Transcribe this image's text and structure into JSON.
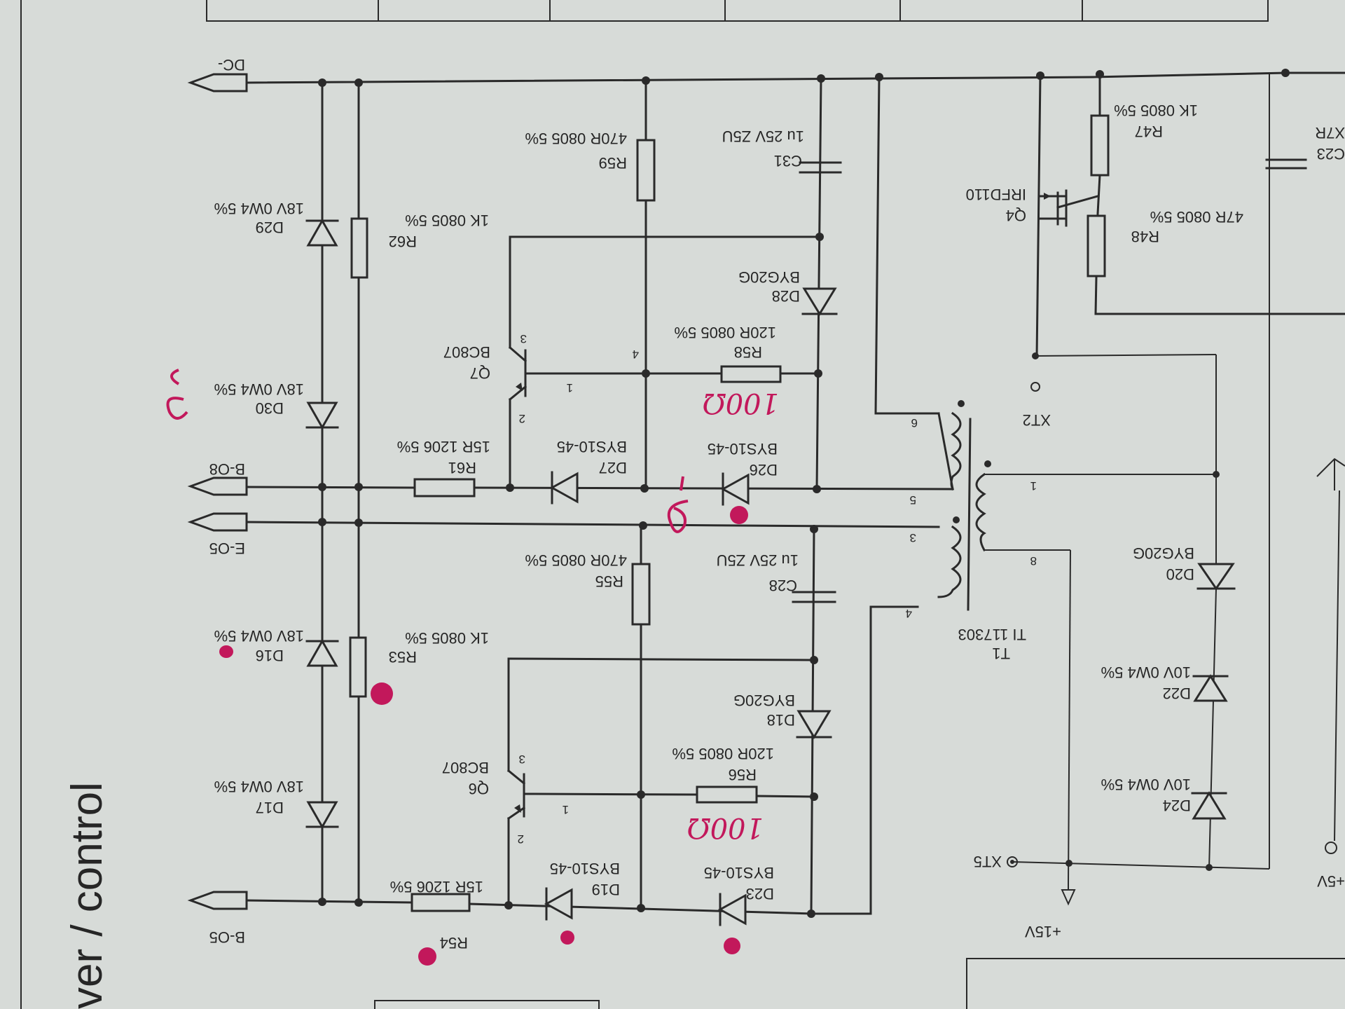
{
  "page": {
    "title": "ver / control",
    "background": "#d7dbd8",
    "ink_color": "#c2185b"
  },
  "connectors": {
    "dc": "DC-",
    "b08": "B-O8",
    "e05": "E-O5",
    "b05": "B-O5",
    "xt5": "XT5",
    "xt2": "XT2",
    "p15v": "+15V",
    "p5v": "+5V"
  },
  "components": {
    "d29": {
      "ref": "D29",
      "value": "18V 0W4 5%"
    },
    "r62": {
      "ref": "R62",
      "value": "1K 0805 5%"
    },
    "r59": {
      "ref": "R59",
      "value": "470R 0805 5%"
    },
    "c31": {
      "ref": "C31",
      "value": "1u 25V Z5U"
    },
    "d28": {
      "ref": "D28",
      "value": "BYG20G"
    },
    "q7": {
      "ref": "Q7",
      "value": "BC807"
    },
    "r58": {
      "ref": "R58",
      "value": "120R 0805 5%"
    },
    "d30": {
      "ref": "D30",
      "value": "18V 0W4 5%"
    },
    "r61": {
      "ref": "R61",
      "value": "15R 1206 5%"
    },
    "d27": {
      "ref": "D27",
      "value": "BYS10-45"
    },
    "d26": {
      "ref": "D26",
      "value": "BYS10-45"
    },
    "r55": {
      "ref": "R55",
      "value": "470R 0805 5%"
    },
    "c28": {
      "ref": "C28",
      "value": "1u 25V Z5U"
    },
    "d16": {
      "ref": "D16",
      "value": "18V 0W4 5%"
    },
    "r53": {
      "ref": "R53",
      "value": "1K 0805 5%"
    },
    "d18": {
      "ref": "D18",
      "value": "BYG20G"
    },
    "q6": {
      "ref": "Q6",
      "value": "BC807"
    },
    "r56": {
      "ref": "R56",
      "value": "120R 0805 5%"
    },
    "d17": {
      "ref": "D17",
      "value": "18V 0W4 5%"
    },
    "r54": {
      "ref": "R54",
      "value": "15R 1206 5%"
    },
    "d19": {
      "ref": "D19",
      "value": "BYS10-45"
    },
    "d23": {
      "ref": "D23",
      "value": "BYS10-45"
    },
    "q4": {
      "ref": "Q4",
      "value": "IRFD110"
    },
    "r47": {
      "ref": "R47",
      "value": "1K 0805 5%"
    },
    "r48": {
      "ref": "R48",
      "value": "47R 0805 5%"
    },
    "c23": {
      "ref": "C23",
      "value": "X7R"
    },
    "t1": {
      "ref": "T1",
      "value": "TI 117303"
    },
    "d20": {
      "ref": "D20",
      "value": "BYG20G"
    },
    "d22": {
      "ref": "D22",
      "value": "10V 0W4 5%"
    },
    "d24": {
      "ref": "D24",
      "value": "10V 0W4 5%"
    }
  },
  "pins": {
    "t1_6": "6",
    "t1_5": "5",
    "t1_3": "3",
    "t1_4": "4",
    "t1_1": "1",
    "t1_8": "8",
    "q7_3": "3",
    "q7_1": "1",
    "q7_2": "2",
    "q7_4": "4",
    "q6_3": "3",
    "q6_1": "1",
    "q6_2": "2"
  },
  "handwriting": {
    "r58_note": "100Ω",
    "r56_note": "100Ω"
  }
}
